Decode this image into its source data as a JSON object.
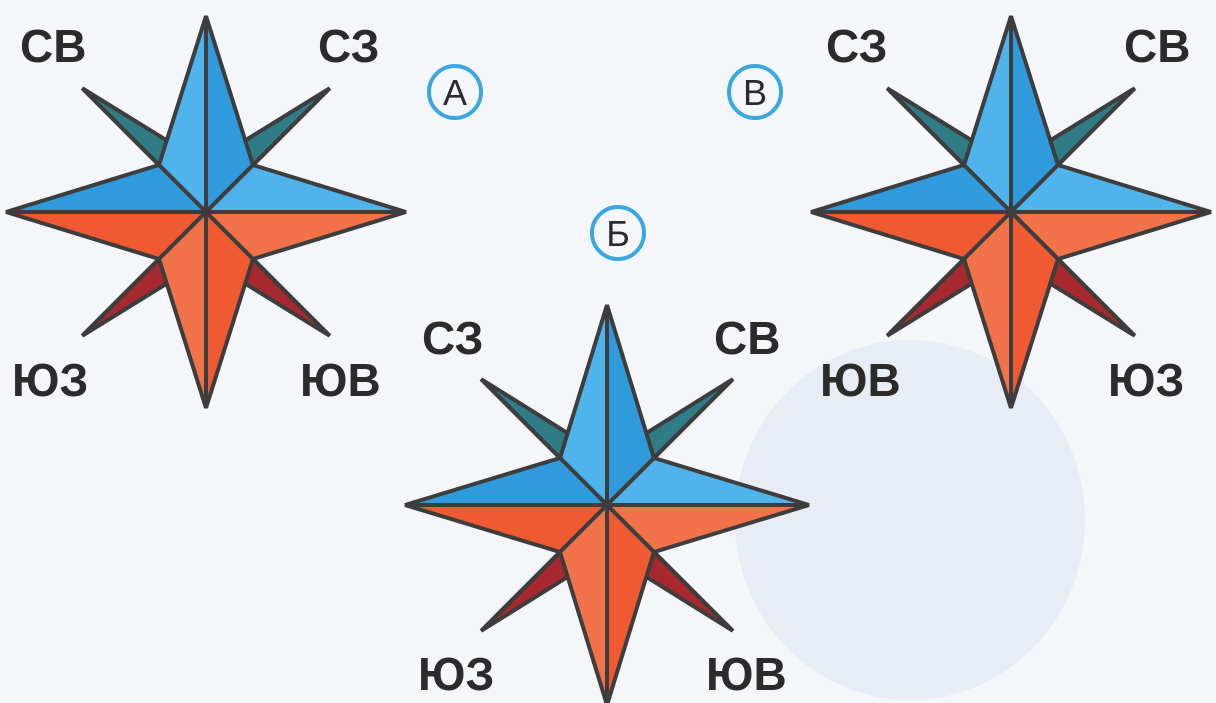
{
  "options": [
    {
      "letter": "А",
      "labels": {
        "top_left": "СВ",
        "top_right": "СЗ",
        "bottom_left": "ЮЗ",
        "bottom_right": "ЮВ"
      }
    },
    {
      "letter": "Б",
      "labels": {
        "top_left": "СЗ",
        "top_right": "СВ",
        "bottom_left": "ЮЗ",
        "bottom_right": "ЮВ"
      }
    },
    {
      "letter": "В",
      "labels": {
        "top_left": "СЗ",
        "top_right": "СВ",
        "bottom_left": "ЮВ",
        "bottom_right": "ЮЗ"
      }
    }
  ],
  "colors": {
    "upper_main": "#2f9bdc",
    "upper_main_shade": "#4fb3ec",
    "upper_diagonal": "#2f7b86",
    "lower_main": "#ef5a33",
    "lower_main_shade": "#f2734a",
    "lower_diagonal": "#a82830",
    "outline": "#3d3d3d",
    "option_circle": "#3aa7e0",
    "background": "#f4f6fa"
  }
}
